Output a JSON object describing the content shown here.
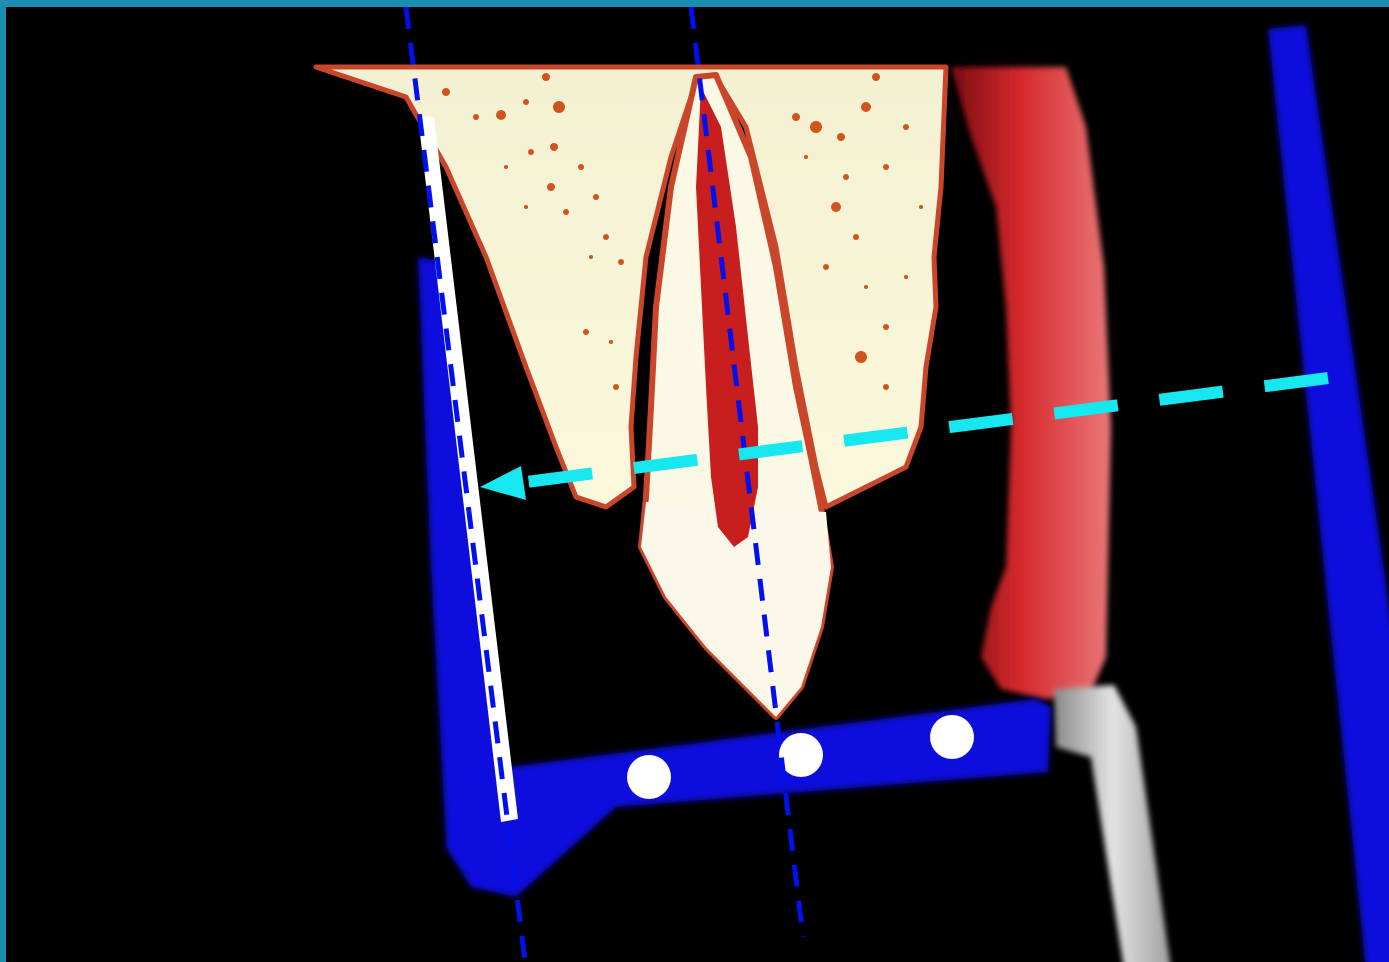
{
  "diagram": {
    "type": "dental-radiography-setup",
    "background": "#000000",
    "frame_color": "#1b8db0",
    "colors": {
      "holder": "#1010dd",
      "film": "#ffffff",
      "bone": "#f7f3cf",
      "bone_speckle": "#d0541c",
      "gum_outline": "#c9462a",
      "pulp": "#c81e1e",
      "enamel": "#fbf8e6",
      "lip": "#c32127",
      "handle": "#c7c7c7",
      "central_ray": "#17e7ef",
      "guide_line": "#0011ee",
      "bite_marker": "#ffffff"
    },
    "elements": [
      "film-holder-rod",
      "film-holder-bite-block",
      "image-receptor",
      "alveolar-bone",
      "tooth",
      "pulp-canal",
      "lip",
      "holder-handle",
      "central-ray-arrow",
      "tooth-long-axis-line",
      "receptor-axis-line"
    ],
    "bite_markers": 3
  }
}
